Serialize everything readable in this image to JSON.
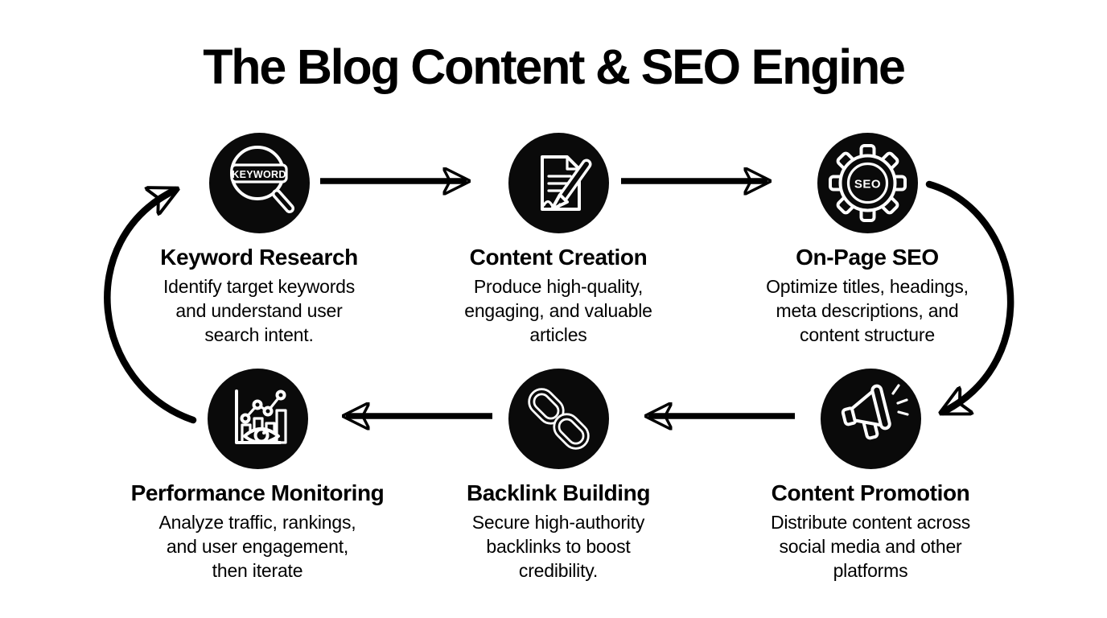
{
  "title": "The Blog Content & SEO Engine",
  "colors": {
    "background": "#ffffff",
    "ink": "#000000",
    "icon_bg": "#0a0a0a",
    "icon_stroke": "#ffffff"
  },
  "steps": [
    {
      "id": "keyword-research",
      "heading": "Keyword Research",
      "description_lines": [
        "Identify target keywords",
        "and understand user",
        "search intent."
      ],
      "icon": "keyword-magnifier-icon",
      "icon_label": "KEYWORD"
    },
    {
      "id": "content-creation",
      "heading": "Content Creation",
      "description_lines": [
        "Produce high-quality,",
        "engaging, and valuable",
        "articles"
      ],
      "icon": "document-pen-icon"
    },
    {
      "id": "on-page-seo",
      "heading": "On-Page SEO",
      "description_lines": [
        "Optimize titles, headings,",
        "meta descriptions, and",
        "content structure"
      ],
      "icon": "seo-gear-icon",
      "icon_label": "SEO"
    },
    {
      "id": "content-promotion",
      "heading": "Content Promotion",
      "description_lines": [
        "Distribute content across",
        "social media and other",
        "platforms"
      ],
      "icon": "megaphone-icon"
    },
    {
      "id": "backlink-building",
      "heading": "Backlink Building",
      "description_lines": [
        "Secure high-authority",
        "backlinks to boost",
        "credibility."
      ],
      "icon": "chain-link-icon"
    },
    {
      "id": "performance-monitoring",
      "heading": "Performance Monitoring",
      "description_lines": [
        "Analyze traffic, rankings,",
        "and user engagement,",
        "then iterate"
      ],
      "icon": "analytics-eye-icon"
    }
  ],
  "flow": {
    "arrows": [
      "keyword-research → content-creation",
      "content-creation → on-page-seo",
      "on-page-seo → content-promotion",
      "content-promotion → backlink-building",
      "backlink-building → performance-monitoring",
      "performance-monitoring → keyword-research"
    ]
  }
}
